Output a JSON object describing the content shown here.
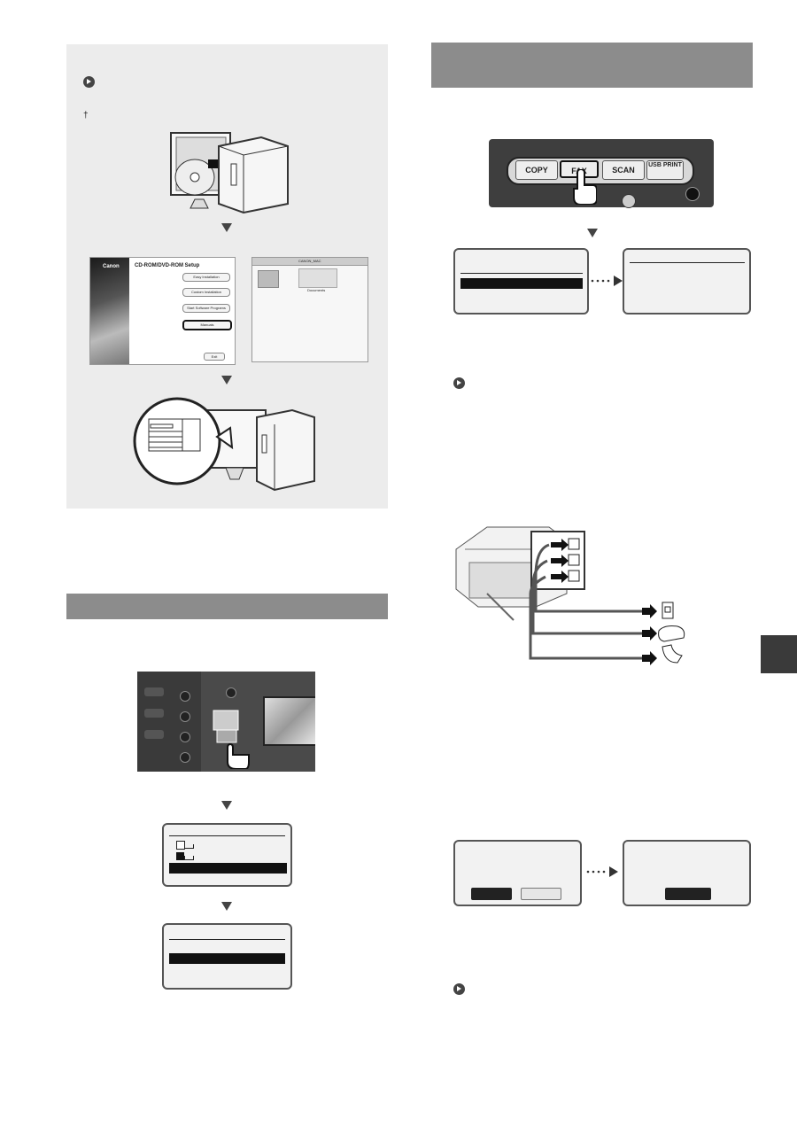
{
  "manual": {
    "dagger": "†"
  },
  "cd_setup": {
    "brand": "Canon",
    "title": "CD-ROM/DVD-ROM Setup",
    "buttons": [
      "Easy Installation",
      "Custom Installation",
      "Start Software Programs",
      "Manuals",
      "Exit"
    ],
    "mac_window_title": "CANON_MAC",
    "mac_folder_label": "Documents"
  },
  "fax_panel": {
    "buttons": [
      "COPY",
      "FAX",
      "SCAN",
      "USB PRINT"
    ]
  },
  "colors": {
    "header_bar": "#8c8c8c",
    "gray_box": "#ececec",
    "side_tab": "#3a3a3a"
  }
}
